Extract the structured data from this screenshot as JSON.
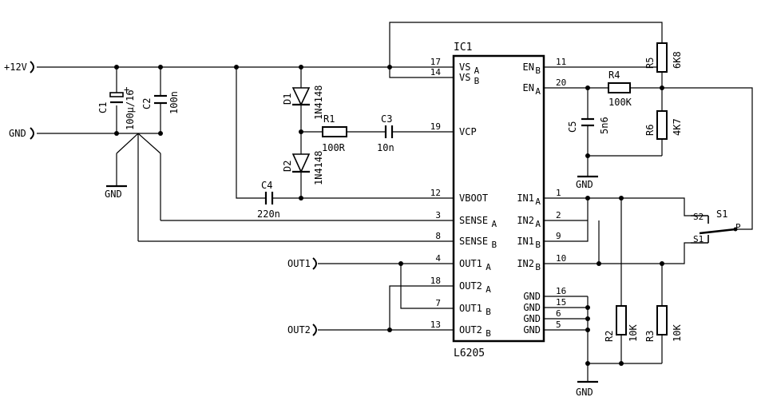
{
  "ic": {
    "ref": "IC1",
    "part": "L6205",
    "left_pins": [
      {
        "num": "17",
        "label": "VS",
        "sub": "A"
      },
      {
        "num": "14",
        "label": "VS",
        "sub": "B"
      },
      {
        "num": "19",
        "label": "VCP",
        "sub": ""
      },
      {
        "num": "12",
        "label": "VBOOT",
        "sub": ""
      },
      {
        "num": "3",
        "label": "SENSE",
        "sub": "A"
      },
      {
        "num": "8",
        "label": "SENSE",
        "sub": "B"
      },
      {
        "num": "4",
        "label": "OUT1",
        "sub": "A"
      },
      {
        "num": "18",
        "label": "OUT2",
        "sub": "A"
      },
      {
        "num": "7",
        "label": "OUT1",
        "sub": "B"
      },
      {
        "num": "13",
        "label": "OUT2",
        "sub": "B"
      }
    ],
    "right_pins": [
      {
        "num": "11",
        "label": "EN",
        "sub": "B"
      },
      {
        "num": "20",
        "label": "EN",
        "sub": "A"
      },
      {
        "num": "1",
        "label": "IN1",
        "sub": "A"
      },
      {
        "num": "2",
        "label": "IN2",
        "sub": "A"
      },
      {
        "num": "9",
        "label": "IN1",
        "sub": "B"
      },
      {
        "num": "10",
        "label": "IN2",
        "sub": "B"
      },
      {
        "num": "16",
        "label": "GND",
        "sub": ""
      },
      {
        "num": "15",
        "label": "GND",
        "sub": ""
      },
      {
        "num": "6",
        "label": "GND",
        "sub": ""
      },
      {
        "num": "5",
        "label": "GND",
        "sub": ""
      }
    ]
  },
  "connectors": {
    "plus12v": "+12V",
    "gnd": "GND",
    "out1": "OUT1",
    "out2": "OUT2"
  },
  "ground_labels": {
    "left": "GND",
    "c5": "GND",
    "bottom": "GND"
  },
  "components": {
    "c1": {
      "ref": "C1",
      "value": "100µ/16",
      "polarity": "+"
    },
    "c2": {
      "ref": "C2",
      "value": "100n"
    },
    "c3": {
      "ref": "C3",
      "value": "10n"
    },
    "c4": {
      "ref": "C4",
      "value": "220n"
    },
    "c5": {
      "ref": "C5",
      "value": "5n6"
    },
    "d1": {
      "ref": "D1",
      "value": "1N4148"
    },
    "d2": {
      "ref": "D2",
      "value": "1N4148"
    },
    "r1": {
      "ref": "R1",
      "value": "100R"
    },
    "r2": {
      "ref": "R2",
      "value": "10K"
    },
    "r3": {
      "ref": "R3",
      "value": "10K"
    },
    "r4": {
      "ref": "R4",
      "value": "100K"
    },
    "r5": {
      "ref": "R5",
      "value": "6K8"
    },
    "r6": {
      "ref": "R6",
      "value": "4K7"
    }
  },
  "switch": {
    "ref": "S1",
    "contact_s2": "S2",
    "contact_s1": "S1",
    "contact_p": "P"
  }
}
